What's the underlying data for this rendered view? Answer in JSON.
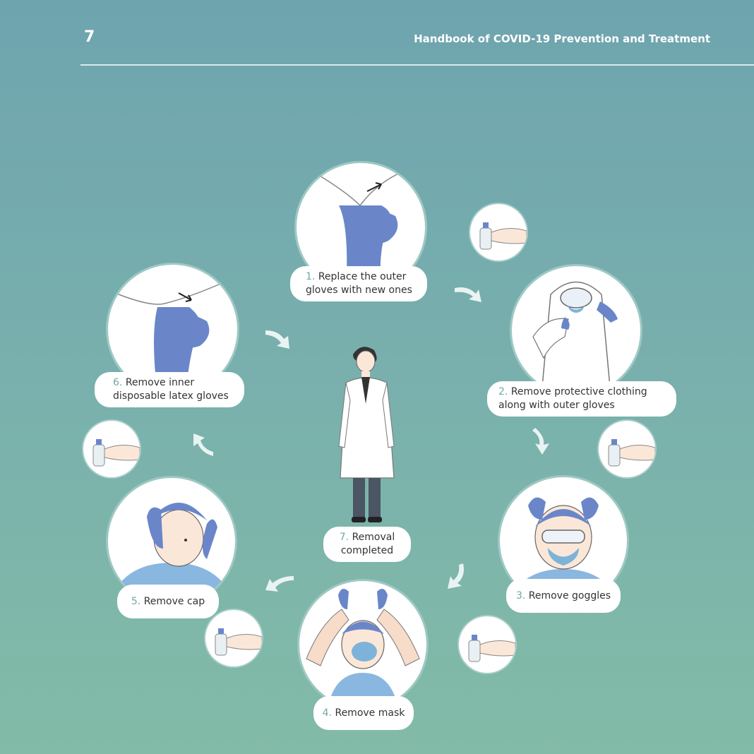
{
  "header": {
    "page_number": "7",
    "title": "Handbook of COVID-19 Prevention and Treatment"
  },
  "steps": [
    {
      "number": "1.",
      "line1": "Replace the outer",
      "line2": "gloves with new ones"
    },
    {
      "number": "2.",
      "line1": "Remove protective clothing",
      "line2": "along with outer gloves"
    },
    {
      "number": "3.",
      "line1": "Remove goggles"
    },
    {
      "number": "4.",
      "line1": "Remove mask"
    },
    {
      "number": "5.",
      "line1": "Remove cap"
    },
    {
      "number": "6.",
      "line1": "Remove inner",
      "line2": "disposable latex gloves"
    },
    {
      "number": "7.",
      "line1": "Removal",
      "line2": "completed"
    }
  ],
  "colors": {
    "background_top": "#6ea4ae",
    "background_bottom": "#82bba7",
    "glove_blue": "#6a86c9",
    "step_number": "#6fa8a8",
    "label_text": "#333333"
  },
  "icons": {
    "hand_hygiene": "hand-sanitizer-icon",
    "cycle_arrow": "curved-arrow-icon"
  }
}
